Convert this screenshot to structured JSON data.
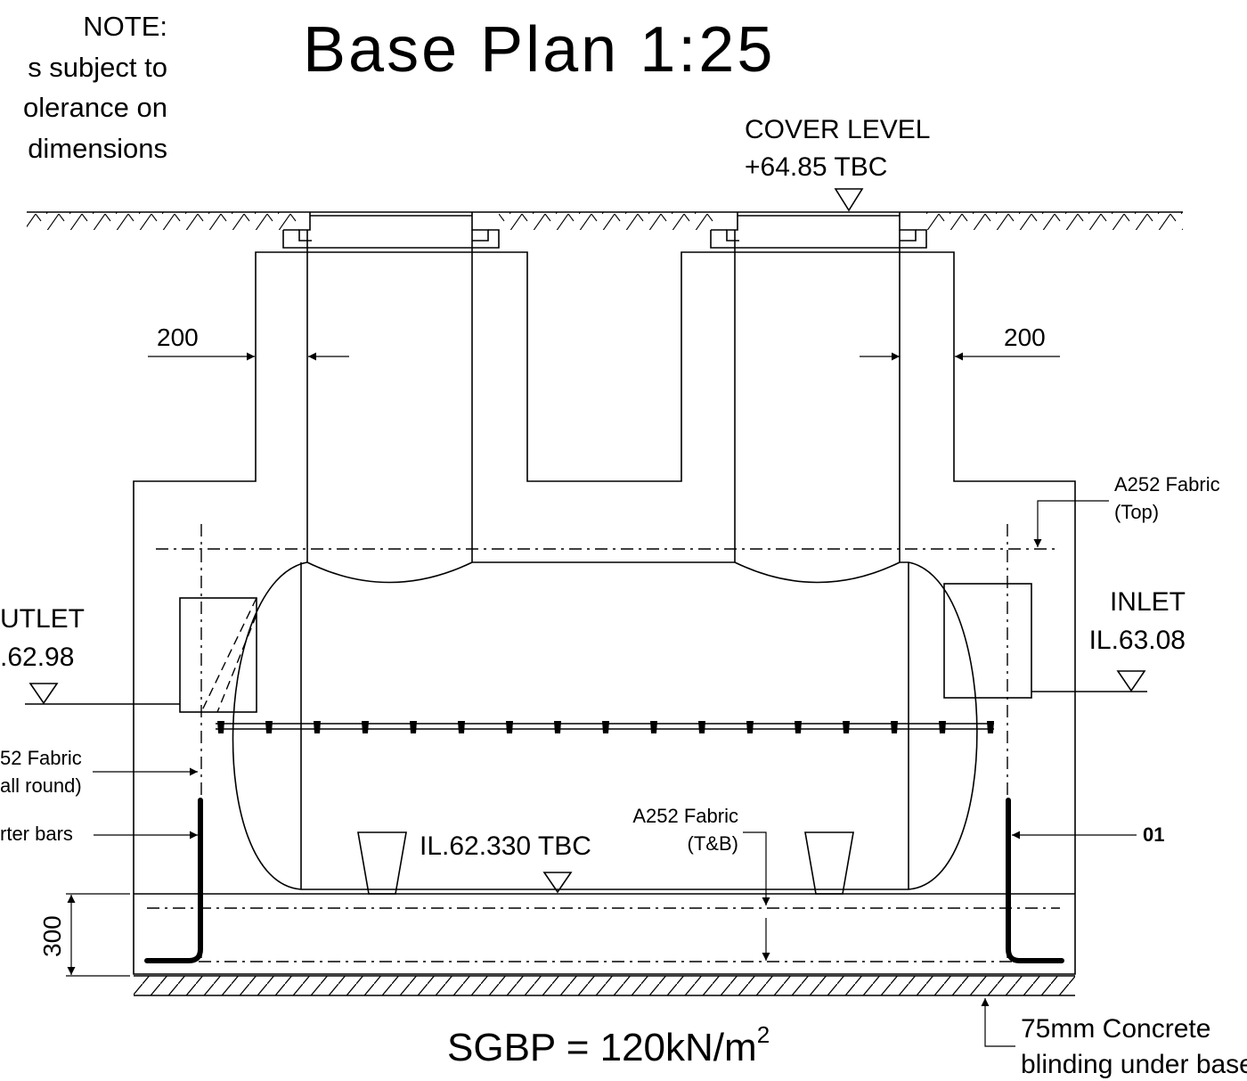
{
  "title": "Base Plan 1:25",
  "note": {
    "heading": "NOTE:",
    "line1": "s subject to",
    "line2": "olerance on",
    "line3": "dimensions"
  },
  "cover_level": {
    "label": "COVER LEVEL",
    "value": "+64.85 TBC"
  },
  "dimensions": {
    "left_wall": "200",
    "right_wall": "200",
    "base_thickness": "300"
  },
  "outlet": {
    "label": "UTLET",
    "level": ".62.98"
  },
  "inlet": {
    "label": "INLET",
    "level": "IL.63.08"
  },
  "fabric_top": {
    "line1": "A252 Fabric",
    "line2": "(Top)"
  },
  "fabric_all_round": {
    "line1": "52 Fabric",
    "line2": "all round)"
  },
  "starter_bars": "rter bars",
  "bar_mark": "01",
  "invert_level": "IL.62.330 TBC",
  "fabric_tb": {
    "line1": "A252 Fabric",
    "line2": "(T&B)"
  },
  "sgbp": {
    "text": "SGBP = 120kN/m",
    "superscript": "2"
  },
  "blinding": {
    "line1": "75mm Concrete",
    "line2": "blinding under base"
  },
  "colors": {
    "ink": "#000000",
    "paper": "#ffffff"
  }
}
